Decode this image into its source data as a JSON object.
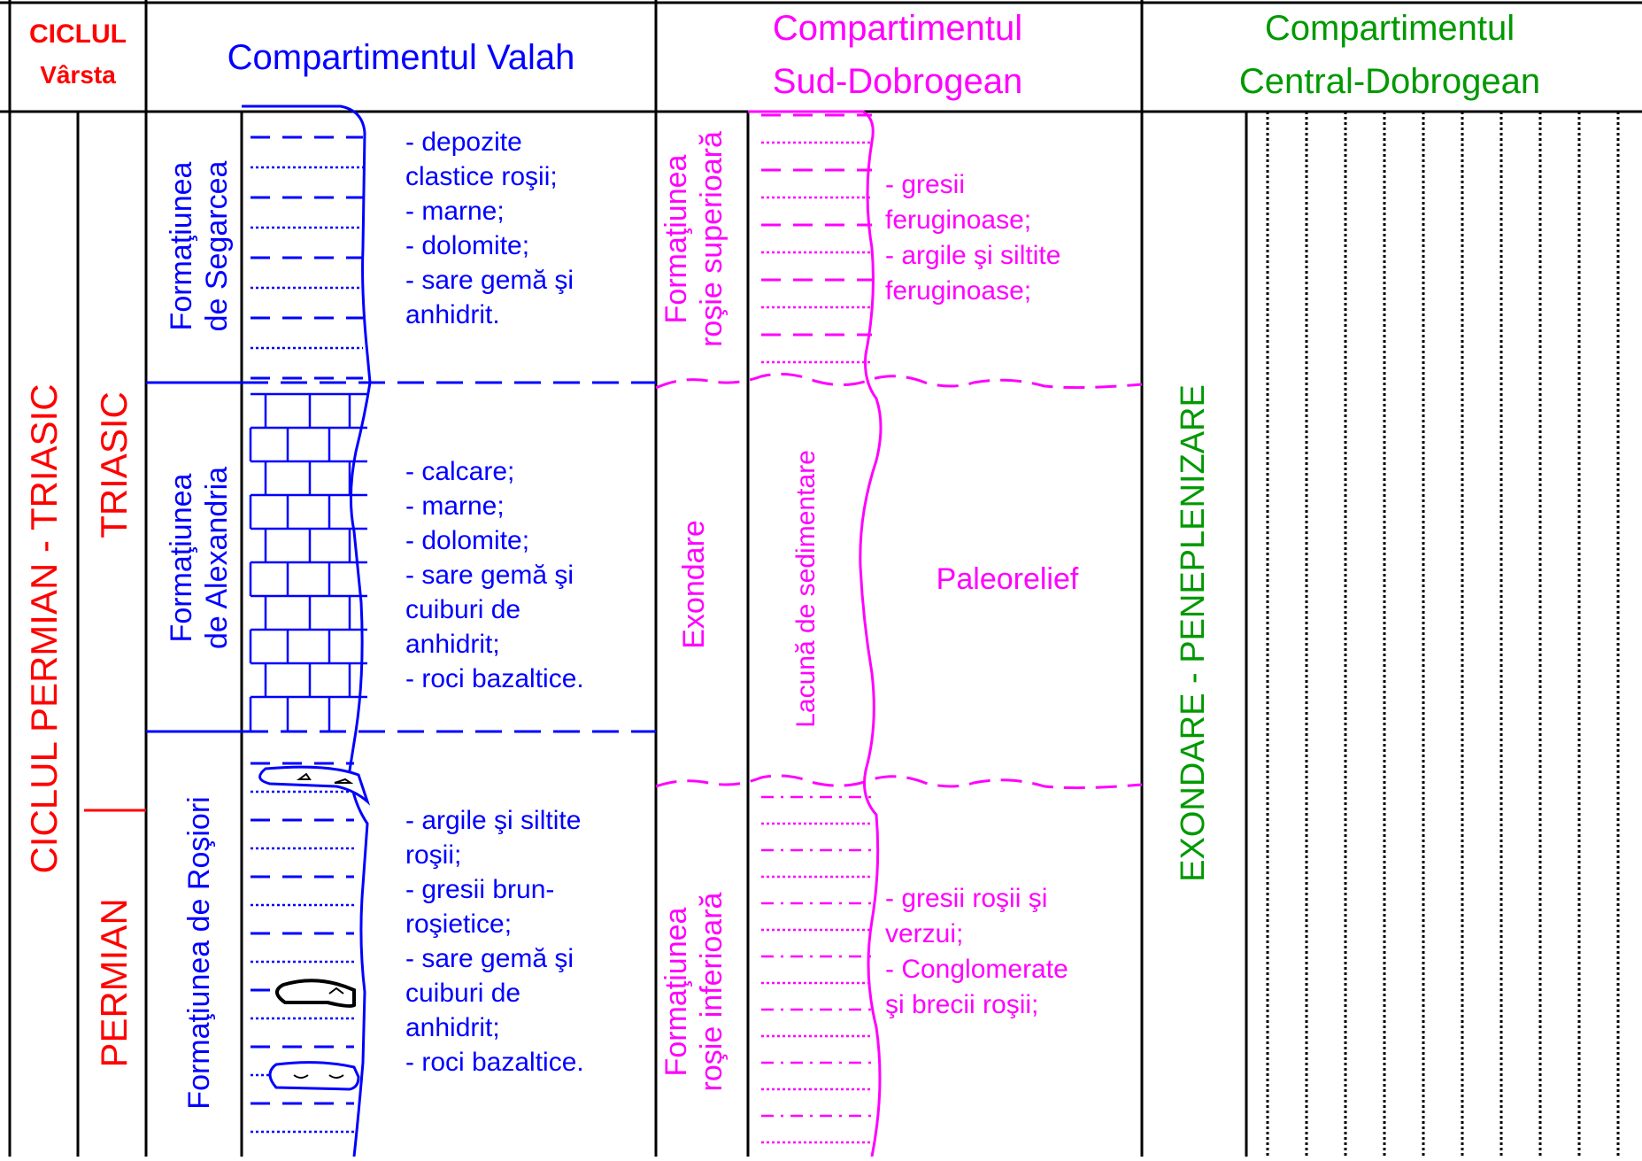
{
  "header": {
    "ciclul_label": "CICLUL",
    "varsta_label": "Vârsta",
    "valah_title": "Compartimentul Valah",
    "sud_title_line1": "Compartimentul",
    "sud_title_line2": "Sud-Dobrogean",
    "central_title_line1": "Compartimentul",
    "central_title_line2": "Central-Dobrogean"
  },
  "age": {
    "cycle_label": "CICLUL PERMIAN - TRIASIC",
    "triasic_label": "TRIASIC",
    "permian_label": "PERMIAN"
  },
  "valah": {
    "formations": [
      {
        "name_line1": "Formaţiunea",
        "name_line2": "de Segarcea",
        "lithology": [
          "- depozite",
          "clastice roşii;",
          "- marne;",
          "- dolomite;",
          "- sare gemă şi",
          "anhidrit."
        ]
      },
      {
        "name_line1": "Formaţiunea",
        "name_line2": "de Alexandria",
        "lithology": [
          "- calcare;",
          "- marne;",
          "- dolomite;",
          "- sare gemă şi",
          "cuiburi de",
          "anhidrit;",
          "- roci bazaltice."
        ]
      },
      {
        "name_line1": "Formaţiunea de Roşiori",
        "lithology": [
          "- argile şi siltite",
          "roşii;",
          "- gresii brun-",
          "roşietice;",
          "- sare gemă şi",
          "cuiburi de",
          "anhidrit;",
          "- roci bazaltice."
        ]
      }
    ]
  },
  "sud": {
    "upper": {
      "name_line1": "Formaţiunea",
      "name_line2": "roşie superioară",
      "lithology": [
        "- gresii",
        "feruginoase;",
        "- argile şi siltite",
        "feruginoase;"
      ]
    },
    "middle": {
      "exondare": "Exondare",
      "lacuna": "Lacună de sedimentare",
      "paleorelief": "Paleorelief"
    },
    "lower": {
      "name_line1": "Formaţiunea",
      "name_line2": "roşie inferioară",
      "lithology": [
        "- gresii roşii şi",
        "verzui;",
        "- Conglomerate",
        "şi brecii roşii;"
      ]
    }
  },
  "central": {
    "label": "EXONDARE - PENEPLENIZARE"
  },
  "colors": {
    "red": "#ff0000",
    "blue": "#0000ff",
    "magenta": "#ff00ff",
    "green": "#009900",
    "black": "#000000"
  }
}
